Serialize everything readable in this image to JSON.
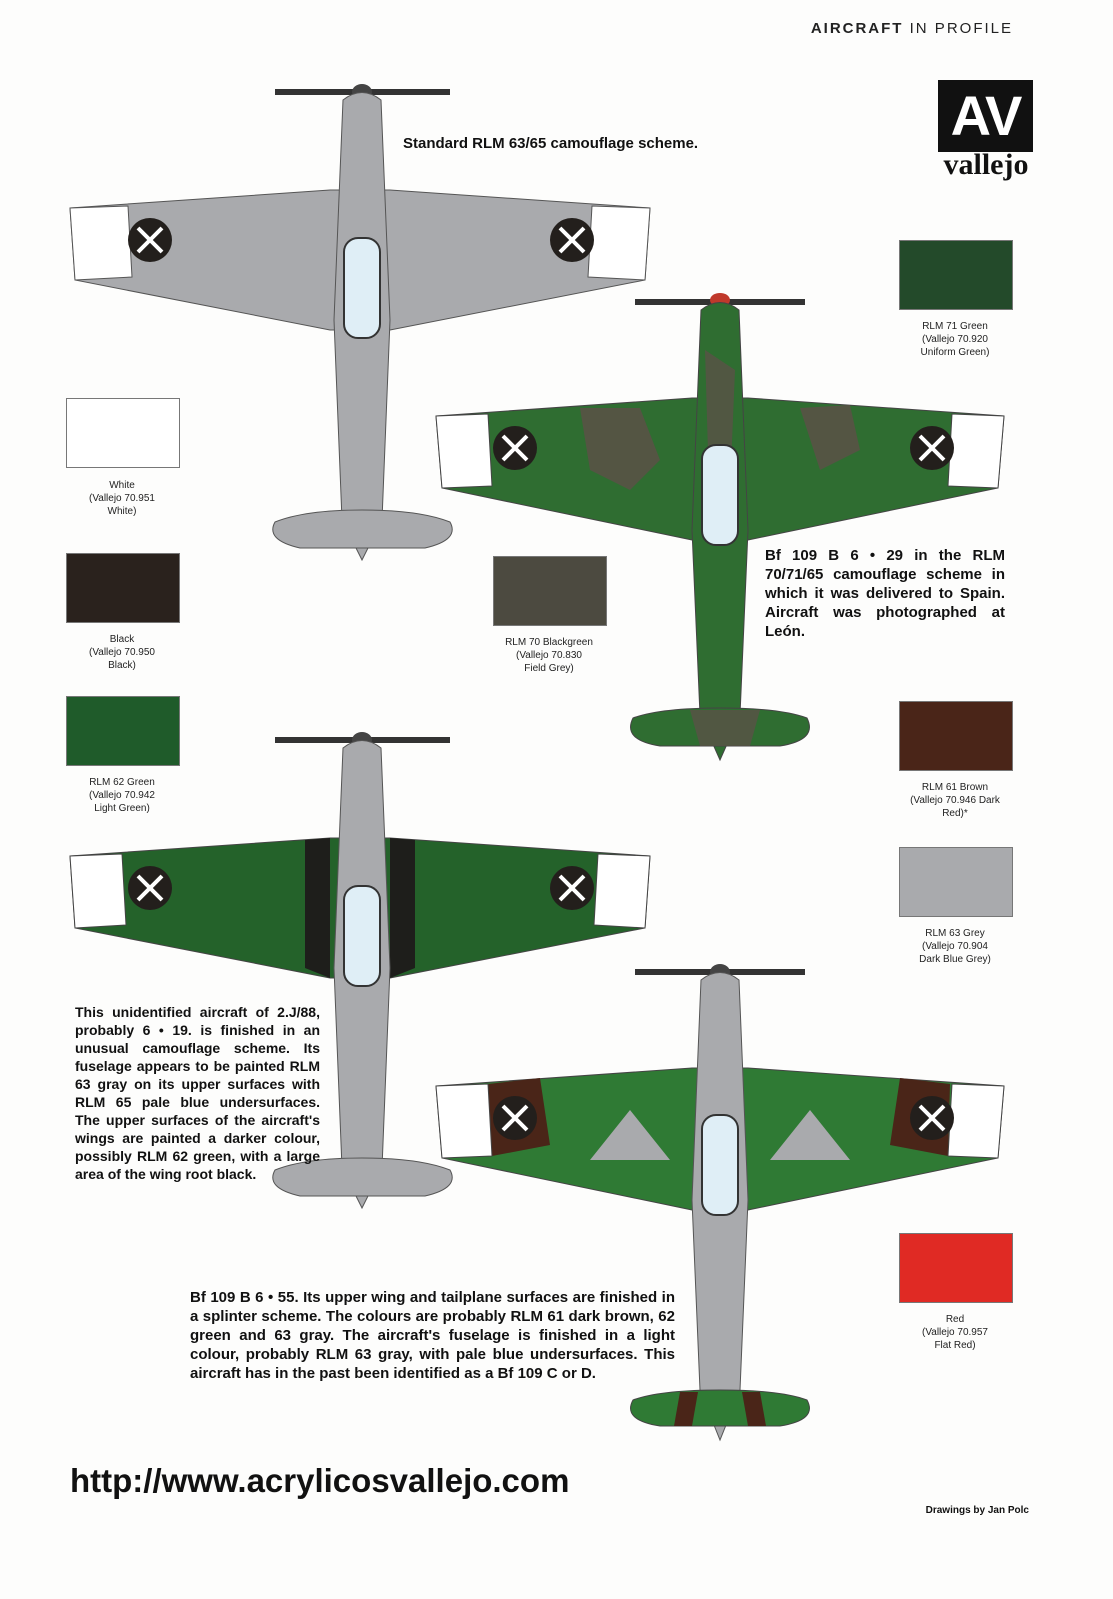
{
  "header": {
    "bold": "AIRCRAFT",
    "rest": "IN PROFILE"
  },
  "logo": {
    "mark": "AV",
    "name": "vallejo"
  },
  "captions": {
    "standard": "Standard RLM 63/65 camouflage scheme.",
    "b629": "Bf 109 B 6 • 29  in the RLM 70/71/65 camouflage scheme in which it was delivered to Spain. Aircraft was photographed at León.",
    "unidentified": "This unidentified aircraft of 2.J/88, probably 6 • 19. is finished in an unusual camouflage scheme. Its fuselage appears to be painted RLM 63 gray on its upper surfaces with RLM 65 pale blue undersurfaces. The upper surfaces of the aircraft's wings are painted a darker colour, possibly RLM 62 green, with a large area of the wing root black.",
    "b655": "Bf 109 B 6 • 55. Its upper wing and tailplane surfaces are finished in a splinter scheme. The colours are probably RLM 61 dark brown, 62 green and 63 gray. The aircraft's fuselage is finished in a light colour, probably RLM 63 gray, with pale blue undersurfaces. This aircraft has in the past been identified as a Bf 109 C or D."
  },
  "swatches": {
    "white": {
      "color": "#ffffff",
      "l1": "White",
      "l2": "(Vallejo 70.951",
      "l3": "White)"
    },
    "black": {
      "color": "#2a221d",
      "l1": "Black",
      "l2": "(Vallejo 70.950",
      "l3": "Black)"
    },
    "rlm62": {
      "color": "#1f5b2a",
      "l1": "RLM 62 Green",
      "l2": "(Vallejo 70.942",
      "l3": "Light Green)"
    },
    "rlm70": {
      "color": "#4c4a40",
      "l1": "RLM 70 Blackgreen",
      "l2": "(Vallejo 70.830",
      "l3": "Field Grey)"
    },
    "rlm71": {
      "color": "#234a2a",
      "l1": "RLM 71 Green",
      "l2": "(Vallejo 70.920",
      "l3": "Uniform Green)"
    },
    "rlm61": {
      "color": "#4a2518",
      "l1": "RLM 61 Brown",
      "l2": "(Vallejo 70.946 Dark",
      "l3": "Red)*"
    },
    "rlm63": {
      "color": "#a9aaad",
      "l1": "RLM 63 Grey",
      "l2": "(Vallejo 70.904",
      "l3": "Dark Blue Grey)"
    },
    "red": {
      "color": "#e02a24",
      "l1": "Red",
      "l2": "(Vallejo 70.957",
      "l3": "Flat Red)"
    }
  },
  "url": "http://www.acrylicosvallejo.com",
  "credit": "Drawings by Jan Polc"
}
